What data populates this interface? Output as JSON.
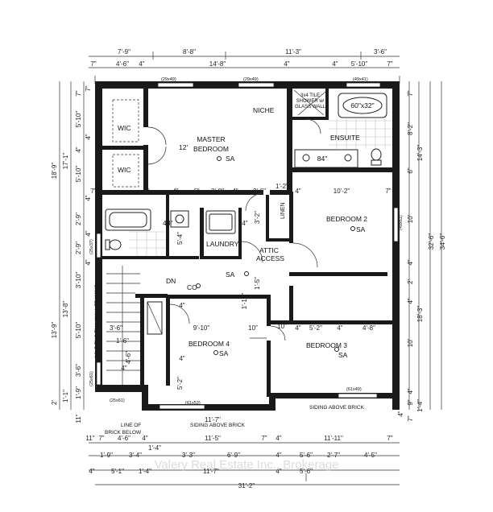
{
  "watermark": "Valery Real Estate Inc., Brokerage",
  "rooms": {
    "master_line1": "MASTER",
    "master_line2": "BEDROOM",
    "master_sa": "SA",
    "master_dim": "12'",
    "ensuite": "ENSUITE",
    "shower_line1": "3x4 TILE",
    "shower_line2": "SHOWER w/",
    "shower_line3": "GLASS WALL",
    "tub": "60\"x32\"",
    "vanity": "84\"",
    "niche": "NICHE",
    "wic_top": "WIC",
    "wic_bottom": "WIC",
    "bedroom2": "BEDROOM 2",
    "bedroom2_sa": "SA",
    "bedroom3": "BEDROOM 3",
    "bedroom3_sa": "SA",
    "bedroom4": "BEDROOM 4",
    "bedroom4_sa": "SA",
    "laundry": "LAUNDRY",
    "linen": "LINEN",
    "attic1": "ATTIC",
    "attic2": "ACCESS",
    "hall_sa": "SA",
    "dn": "DN",
    "co": "CO",
    "sink": "48\"",
    "stair_wall": "(10) P ENG TALL WALL FRAMING",
    "siding1": "SIDING ABOVE BRICK",
    "siding2": "SIDING ABOVE BRICK",
    "brick": "LINE OF",
    "brick2": "BRICK BELOW"
  },
  "headers": {
    "h1": "(29x49)",
    "h2": "(29x49)",
    "h3": "(49x41)",
    "h4": "(49x61)",
    "h5": "(25x37)",
    "h6": "(25x61)",
    "h7": "(25x61)",
    "h8": "(61x53)",
    "h9": "(61x49)"
  },
  "dims_top": {
    "r1": [
      "7'-9\"",
      "8'-8\"",
      "11'-3\"",
      "3'-6\""
    ],
    "r2": [
      "7\"",
      "4'-6\"",
      "4\"",
      "14'-8\"",
      "4\"",
      "4\"",
      "5'-10\"",
      "7\""
    ]
  },
  "dims_bottom": {
    "r1": [
      "11\"",
      "7\"",
      "4'-6\"",
      "4\"",
      "11'-5\"",
      "7\"",
      "4\"",
      "11'-11\"",
      "7\""
    ],
    "r2": [
      "1'-4\"",
      "1'-9\"",
      "3'-4\"",
      "3'-3\"",
      "6'-9\"",
      "4\"",
      "5'-6\"",
      "2'-7\"",
      "4'-5\""
    ],
    "r3": [
      "4\"",
      "5'-1\"",
      "1'-4\"",
      "11'-7\"",
      "4\"",
      "5'-6\""
    ],
    "total": "31'-2\""
  },
  "dims_left": {
    "o1": [
      "18'-9\"",
      "13'-9\"",
      "2'"
    ],
    "o2": [
      "17'-1\"",
      "13'-8\"",
      "1'-1\""
    ],
    "o3": [
      "7\"",
      "5'-10\"",
      "4\"",
      "5'-10\"",
      "2'-9\"",
      "2'-9\"",
      "3'-10\"",
      "5'-10\"",
      "3'-6\"",
      "1'-9\"",
      "11\""
    ],
    "o4": [
      "4\"",
      "4\"",
      "4\"",
      "4\"",
      "7\""
    ]
  },
  "dims_right": {
    "o1": [
      "34'-6\""
    ],
    "o2": [
      "32'-6\""
    ],
    "o3": [
      "14'-3\"",
      "18'-3\"",
      "1'-4\""
    ],
    "o4": [
      "7\"",
      "8'-2\"",
      "6\"",
      "10'",
      "4\"",
      "2'",
      "4\"",
      "10'",
      "4\"",
      "9\"",
      "4\"",
      "7\""
    ]
  },
  "dims_interior": {
    "a": [
      "7\"",
      "4\"",
      "4\"",
      "6\"",
      "3'-8\"",
      "4\"",
      "3'-6\"",
      "1'-2\"",
      "4\"",
      "10'-2\"",
      "7\""
    ],
    "b": [
      "9'-10\"",
      "10\"",
      "4\"",
      "5'-2\"",
      "4\"",
      "4'-8\""
    ],
    "c": [
      "3'-6\"",
      "1'-6\"",
      "4\"",
      "5'-4\"",
      "4\"",
      "4\"",
      "3'-2\"",
      "5'-2\"",
      "1'-10\"",
      "1'-5\"",
      "4'-6\"",
      "4\"",
      "10\""
    ],
    "bottom": "11'-7\""
  }
}
